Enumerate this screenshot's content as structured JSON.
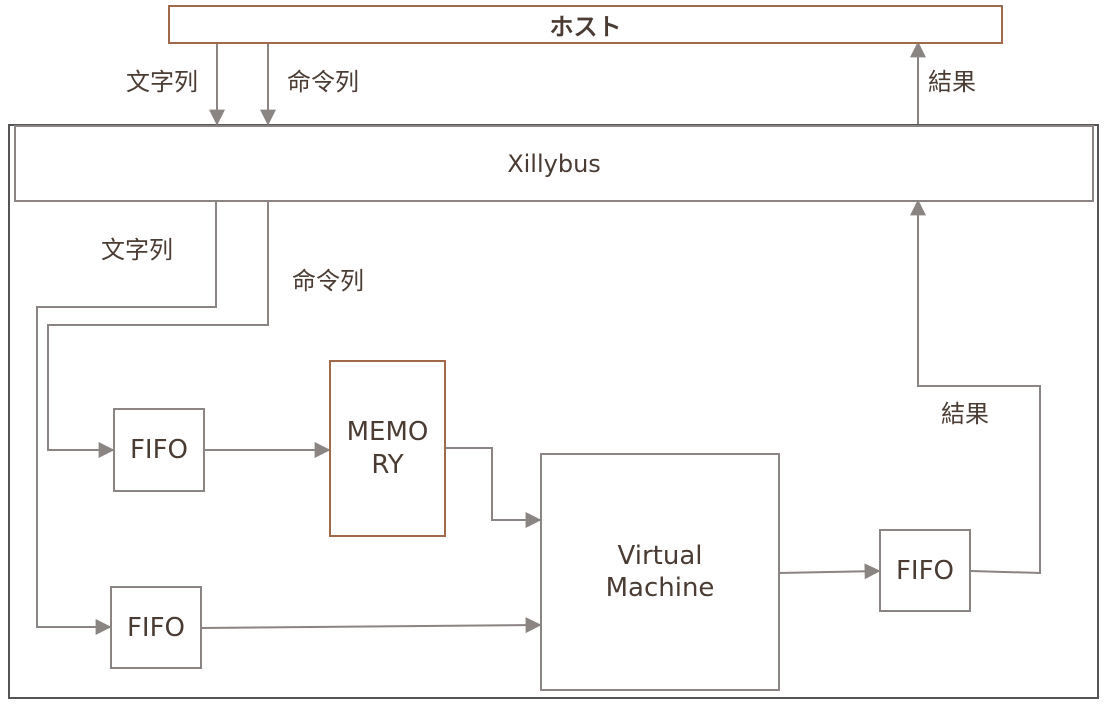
{
  "host": {
    "label": "ホスト"
  },
  "xillybus": {
    "label": "Xillybus"
  },
  "memory": {
    "label_line1": "MEMO",
    "label_line2": "RY"
  },
  "virtual_machine": {
    "label_line1": "Virtual",
    "label_line2": "Machine"
  },
  "fifo": {
    "label": "FIFO"
  },
  "edges": {
    "string": "文字列",
    "command": "命令列",
    "result": "結果"
  },
  "colors": {
    "line": "#8a8482",
    "brown_border": "#a0694a",
    "text": "#4a3b33"
  }
}
